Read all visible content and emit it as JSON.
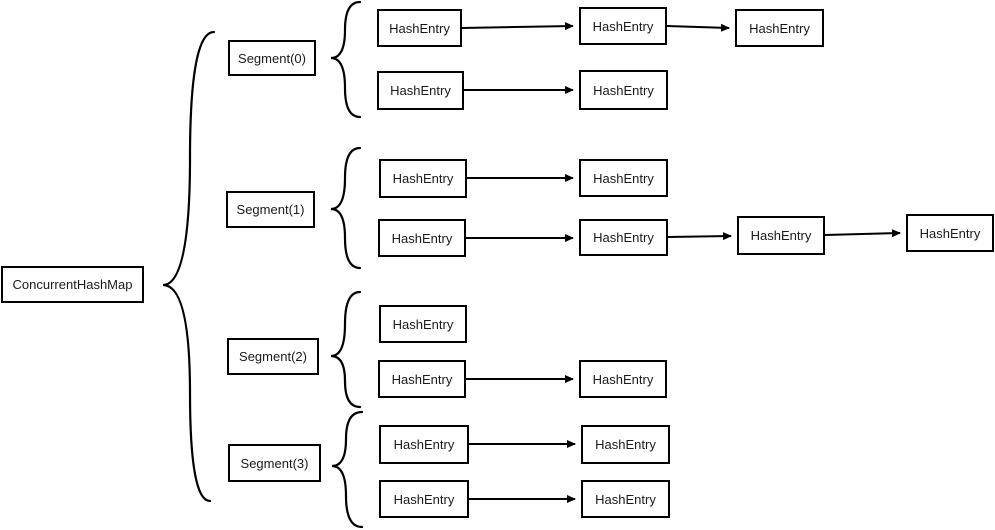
{
  "diagram": {
    "title_semantic": "ConcurrentHashMap segment structure",
    "root": {
      "label": "ConcurrentHashMap"
    },
    "segments": [
      {
        "label": "Segment(0)",
        "chains": [
          [
            "HashEntry",
            "HashEntry",
            "HashEntry"
          ],
          [
            "HashEntry",
            "HashEntry"
          ]
        ]
      },
      {
        "label": "Segment(1)",
        "chains": [
          [
            "HashEntry",
            "HashEntry"
          ],
          [
            "HashEntry",
            "HashEntry",
            "HashEntry",
            "HashEntry"
          ]
        ]
      },
      {
        "label": "Segment(2)",
        "chains": [
          [
            "HashEntry"
          ],
          [
            "HashEntry",
            "HashEntry"
          ]
        ]
      },
      {
        "label": "Segment(3)",
        "chains": [
          [
            "HashEntry",
            "HashEntry"
          ],
          [
            "HashEntry",
            "HashEntry"
          ]
        ]
      }
    ],
    "colors": {
      "stroke": "#000000",
      "text": "#1a1a1a",
      "background": "#ffffff"
    }
  }
}
